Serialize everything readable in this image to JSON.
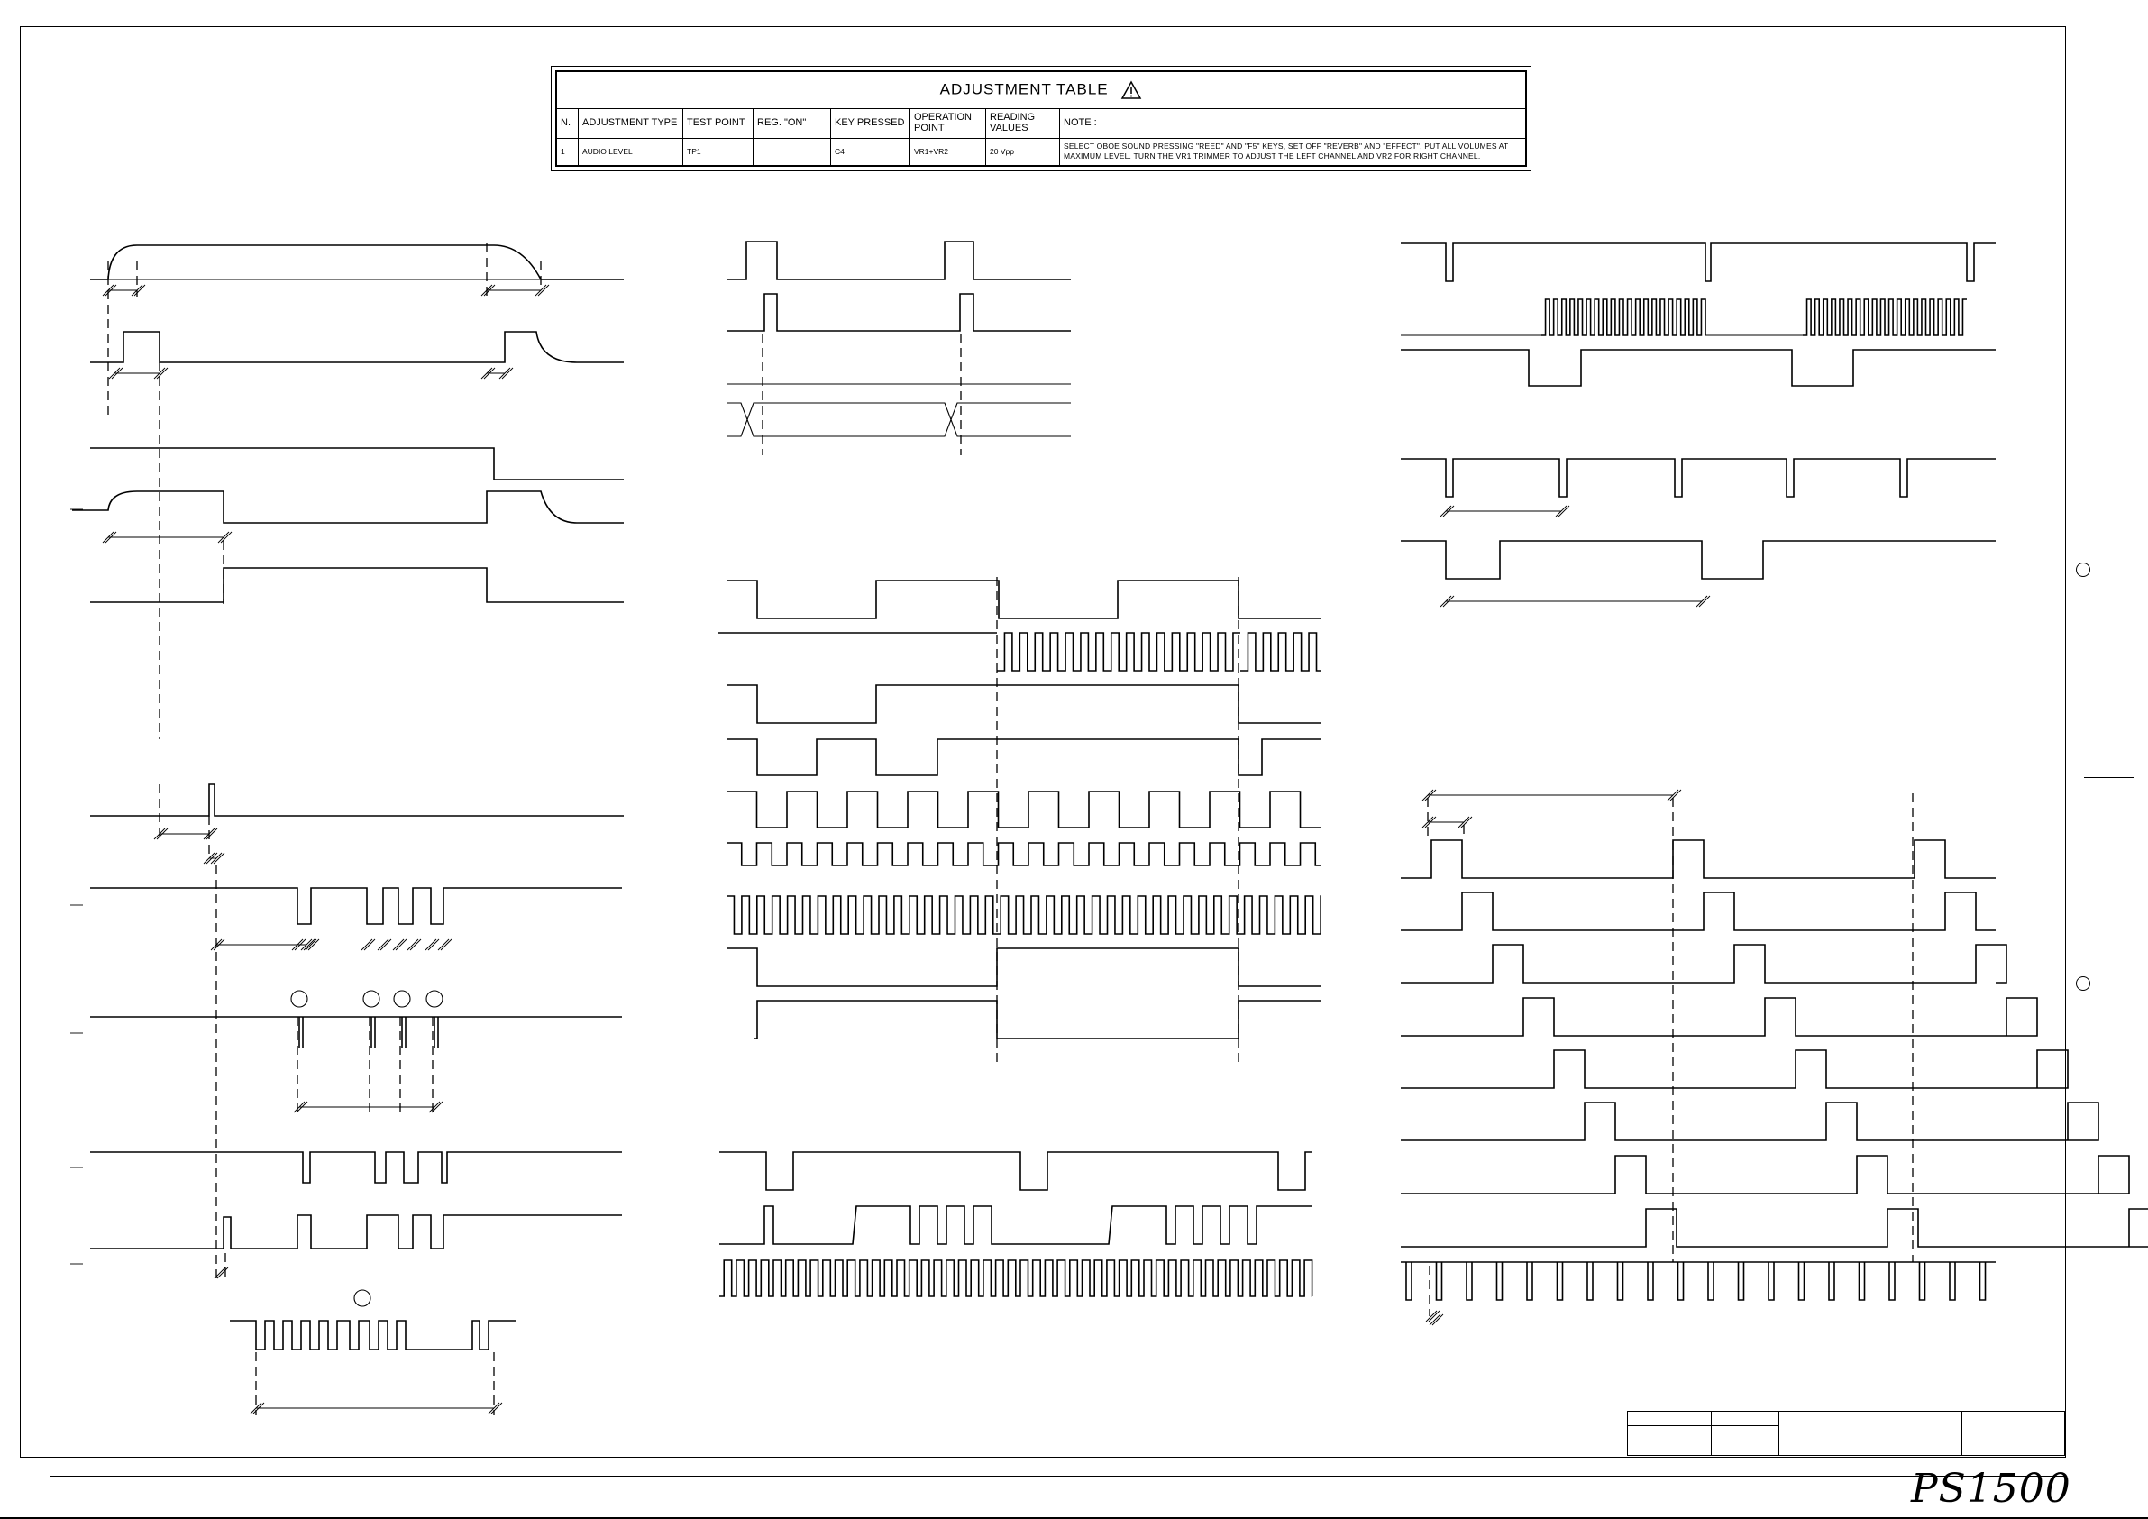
{
  "adjustment_table": {
    "title": "ADJUSTMENT TABLE",
    "warning_icon": "warning-triangle-icon",
    "headers": {
      "n": "N.",
      "adjustment_type": "ADJUSTMENT TYPE",
      "test_point": "TEST POINT",
      "reg_on": "REG. \"ON\"",
      "key_pressed": "KEY PRESSED",
      "operation_point": "OPERATION POINT",
      "reading_values": "READING VALUES",
      "note": "NOTE :"
    },
    "rows": [
      {
        "n": "1",
        "adjustment_type": "AUDIO LEVEL",
        "test_point": "TP1",
        "reg_on": "",
        "key_pressed": "C4",
        "operation_point": "VR1+VR2",
        "reading_values": "20 Vpp",
        "note": "SELECT OBOE SOUND PRESSING \"REED\" AND \"F5\" KEYS, SET OFF \"REVERB\" AND \"EFFECT\", PUT ALL VOLUMES AT MAXIMUM LEVEL. TURN THE VR1 TRIMMER TO ADJUST THE LEFT CHANNEL AND VR2 FOR RIGHT CHANNEL."
      }
    ]
  },
  "model_name": "PS1500"
}
